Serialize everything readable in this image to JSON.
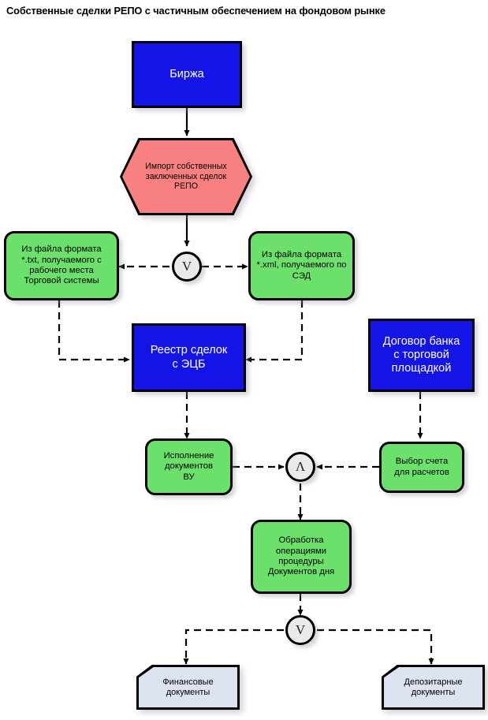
{
  "title": "Собственные сделки РЕПО с частичным обеспечением на фондовом рынке",
  "colors": {
    "process_fill": "#1414E6",
    "process_text": "#ffffff",
    "activity_fill": "#6BE06B",
    "event_fill": "#F98080",
    "document_fill": "#DDE3F0",
    "connector_fill": "#EAEAEA",
    "outline": "#000000"
  },
  "nodes": {
    "exchange": {
      "label": "Биржа",
      "shape": "process-rectangle"
    },
    "import_repo": {
      "label": "Импорт собственных\nзаключенных сделок\nРЕПО",
      "shape": "hexagon"
    },
    "from_txt": {
      "label": "Из файла формата\n*.txt, получаемого с\nрабочего места\nТорговой системы",
      "shape": "rounded-rectangle"
    },
    "from_xml": {
      "label": "Из файла формата\n*.xml, получаемого по\nСЭД",
      "shape": "rounded-rectangle"
    },
    "registry": {
      "label": "Реестр сделок\nс ЭЦБ",
      "shape": "process-rectangle"
    },
    "bank_contract": {
      "label": "Договор банка\nс торговой\nплощадкой",
      "shape": "process-rectangle"
    },
    "execute_docs": {
      "label": "Исполнение\nдокументов\nВУ",
      "shape": "rounded-rectangle"
    },
    "select_account": {
      "label": "Выбор счета\nдля расчетов",
      "shape": "rounded-rectangle"
    },
    "processing": {
      "label": "Обработка\nоперациями\nпроцедуры\nДокументов дня",
      "shape": "rounded-rectangle"
    },
    "financial_docs": {
      "label": "Финансовые\nдокументы",
      "shape": "document"
    },
    "depositary_docs": {
      "label": "Депозитарные\nдокументы",
      "shape": "document"
    }
  },
  "connectors": {
    "or_top": {
      "symbol": "V",
      "meaning": "or-gate"
    },
    "and_mid": {
      "symbol": "Λ",
      "meaning": "and-gate"
    },
    "or_bottom": {
      "symbol": "V",
      "meaning": "or-gate"
    }
  }
}
